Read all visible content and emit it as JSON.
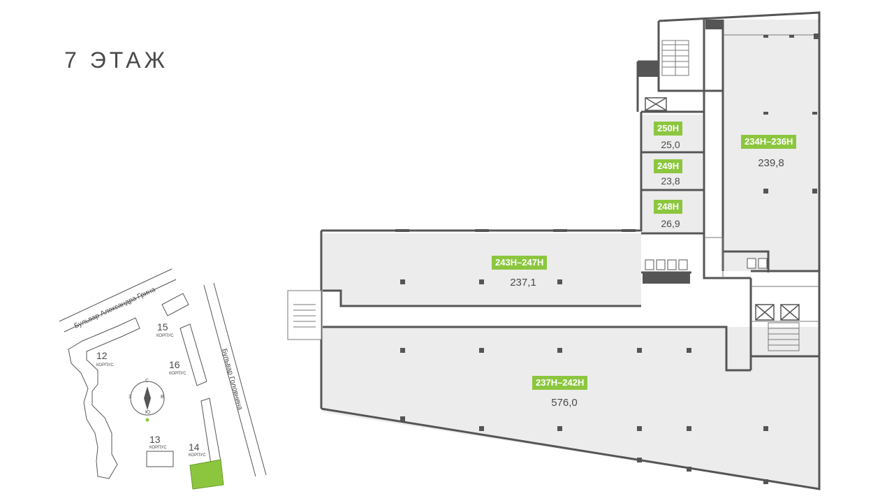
{
  "floor": {
    "title": "7 ЭТАЖ"
  },
  "units": [
    {
      "id": "250Н",
      "area": "25,0"
    },
    {
      "id": "249Н",
      "area": "23,8"
    },
    {
      "id": "248Н",
      "area": "26,9"
    },
    {
      "id": "234Н–236Н",
      "area": "239,8"
    },
    {
      "id": "243Н–247Н",
      "area": "237,1"
    },
    {
      "id": "237Н–242Н",
      "area": "576,0"
    }
  ],
  "site_map": {
    "streets": [
      "Бульвар Александра Грина",
      "Бульвар Головнина"
    ],
    "buildings": [
      {
        "number": "12",
        "caption": "КОРПУС"
      },
      {
        "number": "13",
        "caption": "КОРПУС"
      },
      {
        "number": "14",
        "caption": "КОРПУС",
        "highlighted": true
      },
      {
        "number": "15",
        "caption": "КОРПУС"
      },
      {
        "number": "16",
        "caption": "КОРПУС"
      }
    ],
    "compass": {
      "north": "С",
      "south": "Ю",
      "west": "З",
      "east": "В"
    }
  },
  "colors": {
    "accent": "#8cc63f",
    "wall": "#555555",
    "room_fill": "#ececec",
    "text": "#4a4a4a"
  }
}
